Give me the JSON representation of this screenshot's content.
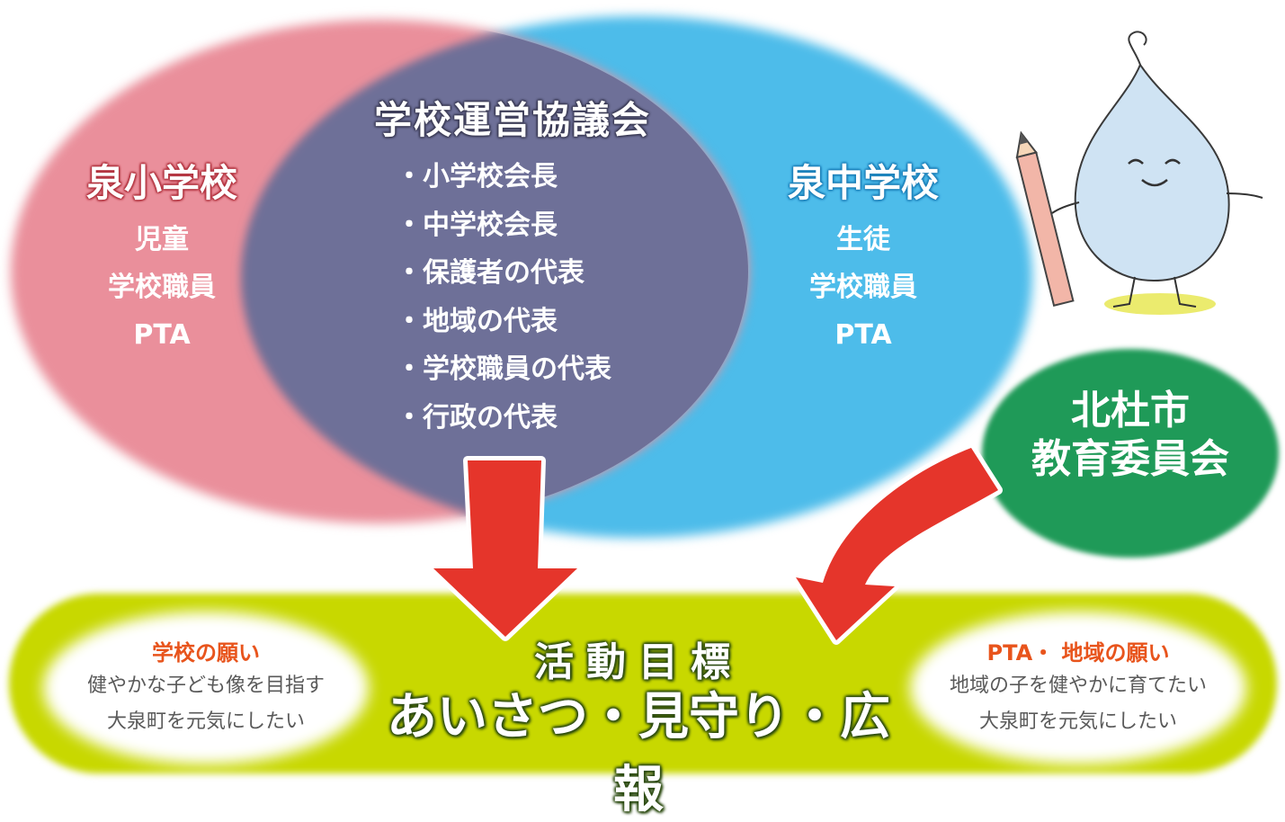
{
  "council": {
    "title": "学校運営協議会",
    "members": [
      "・小学校会長",
      "・中学校会長",
      "・保護者の代表",
      "・地域の代表",
      "・学校職員の代表",
      "・行政の代表"
    ]
  },
  "elementary": {
    "title": "泉小学校",
    "members": [
      "児童",
      "学校職員",
      "PTA"
    ]
  },
  "junior_high": {
    "title": "泉中学校",
    "members": [
      "生徒",
      "学校職員",
      "PTA"
    ]
  },
  "board": {
    "line1": "北杜市",
    "line2": "教育委員会"
  },
  "goal": {
    "heading": "活動目標",
    "main": "あいさつ・見守り・広報"
  },
  "school_wish": {
    "title": "学校の願い",
    "lines": [
      "健やかな子ども像を目指す",
      "大泉町を元気にしたい"
    ]
  },
  "community_wish": {
    "title": "PTA・ 地域の願い",
    "lines": [
      "地域の子を健やかに育てたい",
      "大泉町を元気にしたい"
    ]
  },
  "colors": {
    "elementary": "#ea8f9b",
    "junior_high": "#4dbcea",
    "overlap": "#6e7098",
    "board": "#1f9a58",
    "band": "#c8d800",
    "arrow": "#e5352b",
    "wish_title": "#e8541c"
  },
  "icons": {
    "mascot": "water-drop-mascot-with-pencil",
    "arrows": "red-down-arrow"
  }
}
